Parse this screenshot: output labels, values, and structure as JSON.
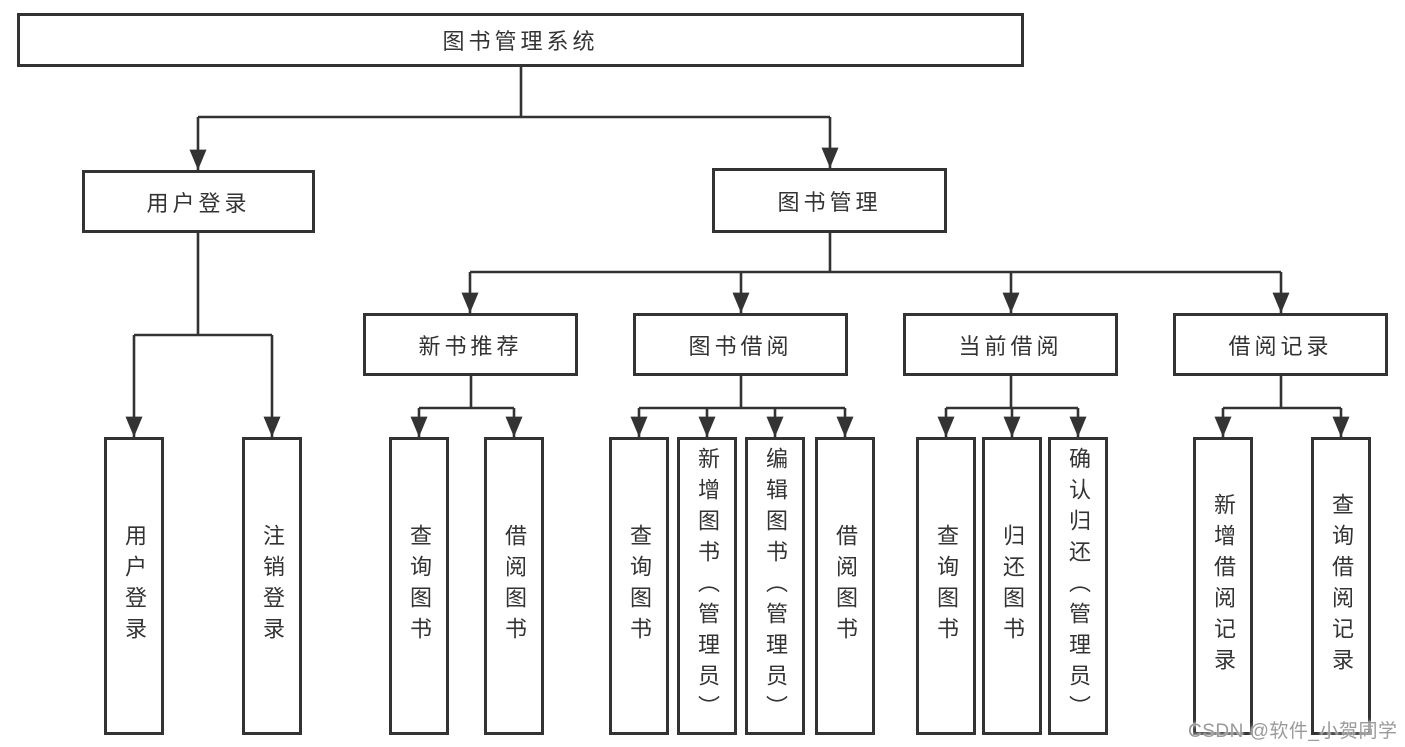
{
  "diagram": {
    "title": "图书管理系统",
    "level2": {
      "user_login": "用户登录",
      "book_management": "图书管理"
    },
    "level3": {
      "new_books": "新书推荐",
      "book_borrowing": "图书借阅",
      "current_borrowing": "当前借阅",
      "borrowing_records": "借阅记录"
    },
    "leaves": {
      "user_login": [
        "用户登录",
        "注销登录"
      ],
      "new_books": [
        "查询图书",
        "借阅图书"
      ],
      "book_borrowing": [
        "查询图书",
        "新增图书（管理员）",
        "编辑图书（管理员）",
        "借阅图书"
      ],
      "current_borrowing": [
        "查询图书",
        "归还图书",
        "确认归还（管理员）"
      ],
      "borrowing_records": [
        "新增借阅记录",
        "查询借阅记录"
      ]
    },
    "colors": {
      "line": "#333333",
      "text": "#333333",
      "box_fill": "#ffffff"
    }
  },
  "watermark": {
    "text": "CSDN @软件_小贺同学",
    "color": "#9a9a9a"
  }
}
